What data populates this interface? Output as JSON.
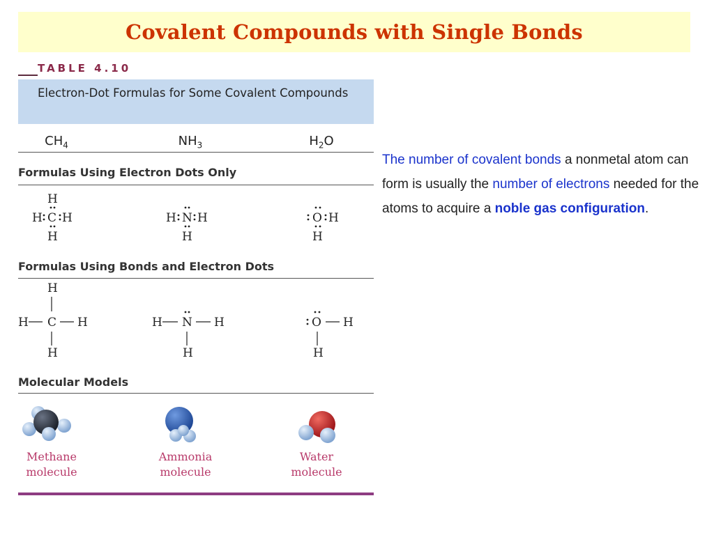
{
  "title": "Covalent Compounds with Single Bonds",
  "table": {
    "label": "TABLE 4.10",
    "header": "Electron-Dot Formulas for Some Covalent Compounds",
    "formulas": [
      {
        "base": "CH",
        "sub": "4"
      },
      {
        "base": "NH",
        "sub": "3"
      },
      {
        "base": "H",
        "sub": "2",
        "tail": "O"
      }
    ],
    "sections": {
      "dots_only": "Formulas Using Electron Dots Only",
      "bonds_and_dots": "Formulas Using Bonds and Electron Dots",
      "models": "Molecular Models"
    },
    "atoms": {
      "H": "H",
      "C": "C",
      "N": "N",
      "O": "O"
    },
    "molecules": [
      {
        "line1": "Methane",
        "line2": "molecule",
        "center_color": "#2d3440",
        "h_color": "#a6c4ea"
      },
      {
        "line1": "Ammonia",
        "line2": "molecule",
        "center_color": "#2f5fb4",
        "h_color": "#a6c4ea"
      },
      {
        "line1": "Water",
        "line2": "molecule",
        "center_color": "#c4272b",
        "h_color": "#a6c4ea"
      }
    ]
  },
  "side_text": {
    "p1": "The number of covalent bonds",
    "p2": " a nonmetal atom can form is usually the ",
    "p3": "number of electrons",
    "p4": " needed for the atoms to acquire a ",
    "p5": "noble gas configuration",
    "p6": "."
  }
}
